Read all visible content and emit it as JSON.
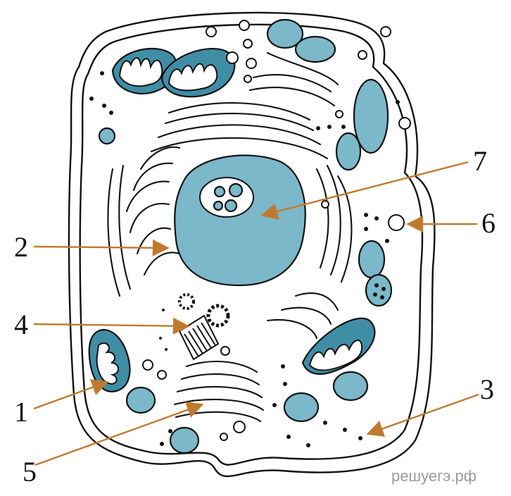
{
  "colors": {
    "cytoplasm_organelle": "#7bb8ca",
    "mitochondria": "#3f8ea6",
    "arrows": "#c07a2e",
    "outline": "#111111"
  },
  "labels": [
    {
      "id": "1",
      "text": "1"
    },
    {
      "id": "2",
      "text": "2"
    },
    {
      "id": "3",
      "text": "3"
    },
    {
      "id": "4",
      "text": "4"
    },
    {
      "id": "5",
      "text": "5"
    },
    {
      "id": "6",
      "text": "6"
    },
    {
      "id": "7",
      "text": "7"
    }
  ],
  "watermark": "решуегэ.рф"
}
